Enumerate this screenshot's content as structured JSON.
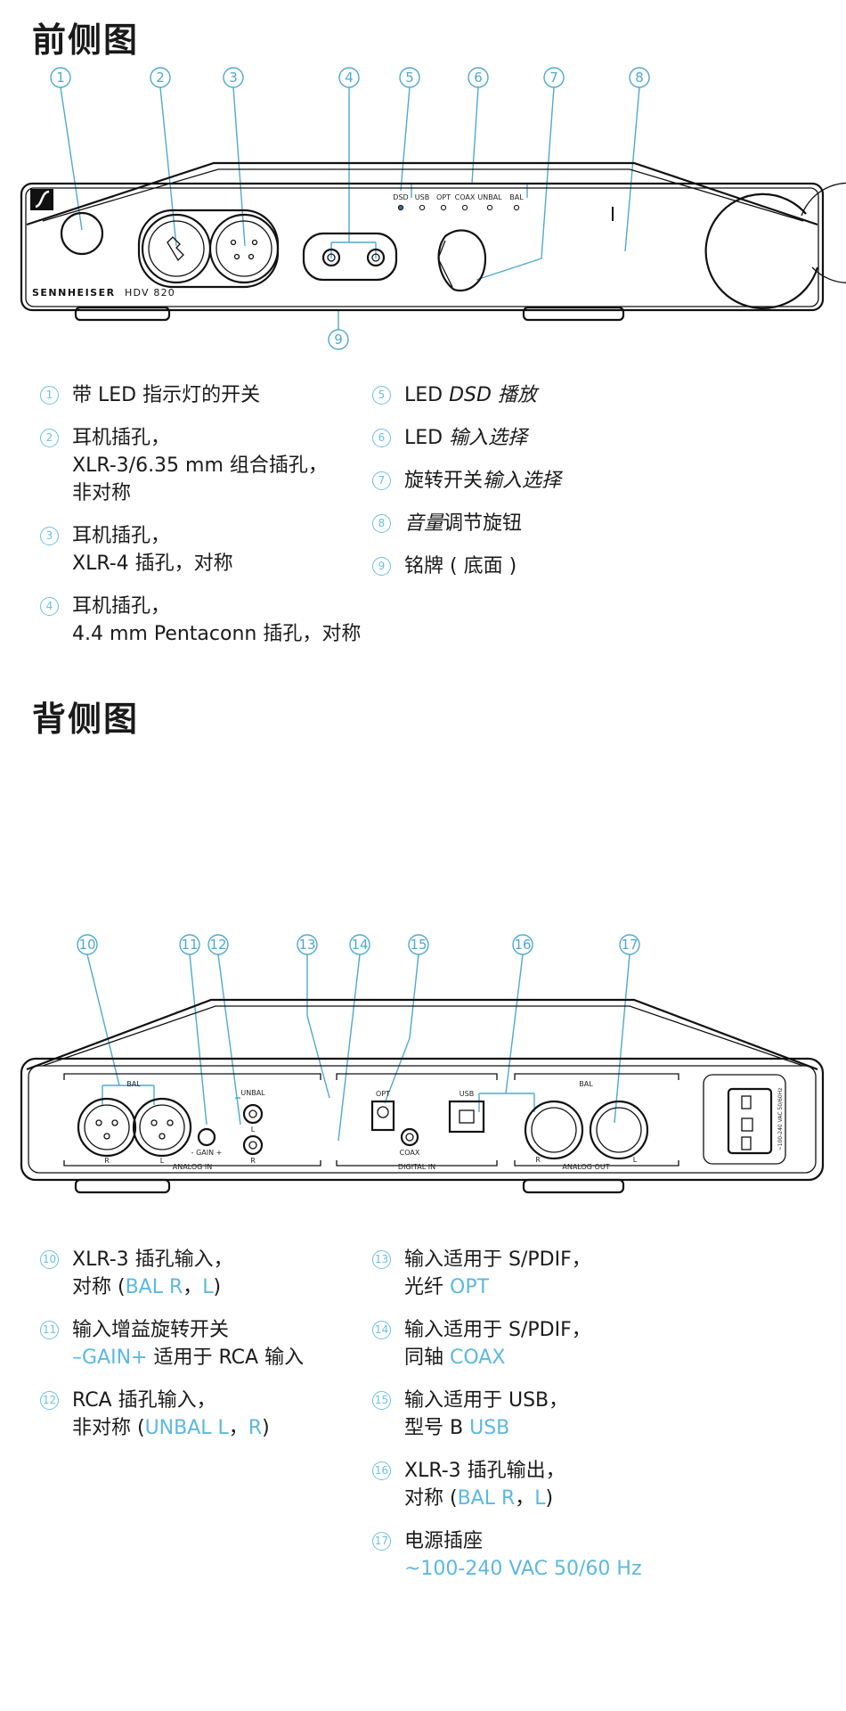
{
  "front": {
    "title": "前侧图",
    "brand": "SENNHEISER",
    "model": "HDV 820",
    "led_labels": [
      "DSD",
      "USB",
      "OPT",
      "COAX",
      "UNBAL",
      "BAL"
    ],
    "callouts": [
      "1",
      "2",
      "3",
      "4",
      "5",
      "6",
      "7",
      "8",
      "9"
    ],
    "legend_left": [
      {
        "num": "1",
        "lines": [
          [
            {
              "t": "带 LED 指示灯的开关"
            }
          ]
        ]
      },
      {
        "num": "2",
        "lines": [
          [
            {
              "t": "耳机插孔，"
            }
          ],
          [
            {
              "t": "XLR-3/6.35 mm 组合插孔，"
            }
          ],
          [
            {
              "t": "非对称"
            }
          ]
        ]
      },
      {
        "num": "3",
        "lines": [
          [
            {
              "t": "耳机插孔，"
            }
          ],
          [
            {
              "t": "XLR-4 插孔，对称"
            }
          ]
        ]
      },
      {
        "num": "4",
        "lines": [
          [
            {
              "t": "耳机插孔，"
            }
          ],
          [
            {
              "t": "4.4 mm Pentaconn 插孔，对称"
            }
          ]
        ]
      }
    ],
    "legend_right": [
      {
        "num": "5",
        "lines": [
          [
            {
              "t": "LED "
            },
            {
              "t": "DSD 播放",
              "s": "it"
            }
          ]
        ]
      },
      {
        "num": "6",
        "lines": [
          [
            {
              "t": "LED "
            },
            {
              "t": "输入选择",
              "s": "it"
            }
          ]
        ]
      },
      {
        "num": "7",
        "lines": [
          [
            {
              "t": "旋转开关"
            },
            {
              "t": "输入选择",
              "s": "it"
            }
          ]
        ]
      },
      {
        "num": "8",
        "lines": [
          [
            {
              "t": "音量",
              "s": "it"
            },
            {
              "t": "调节旋钮"
            }
          ]
        ]
      },
      {
        "num": "9",
        "lines": [
          [
            {
              "t": "铭牌 ( 底面 )"
            }
          ]
        ]
      }
    ]
  },
  "back": {
    "title": "背侧图",
    "panel_labels": {
      "bal_in": "BAL",
      "unbal": "UNBAL",
      "opt": "OPT",
      "usb": "USB",
      "bal_out": "BAL",
      "coax": "COAX",
      "analog_in": "ANALOG IN",
      "digital_in": "DIGITAL IN",
      "analog_out": "ANALOG OUT",
      "gain": "- GAIN +",
      "r": "R",
      "l": "L",
      "power": "~100-240 VAC 50/60Hz"
    },
    "callouts": [
      "10",
      "11",
      "12",
      "13",
      "14",
      "15",
      "16",
      "17"
    ],
    "legend_left": [
      {
        "num": "10",
        "lines": [
          [
            {
              "t": "XLR-3 插孔输入，"
            }
          ],
          [
            {
              "t": "对称 ("
            },
            {
              "t": "BAL R",
              "s": "ac"
            },
            {
              "t": "，"
            },
            {
              "t": "L",
              "s": "ac"
            },
            {
              "t": ")"
            }
          ]
        ]
      },
      {
        "num": "11",
        "lines": [
          [
            {
              "t": "输入增益旋转开关"
            }
          ],
          [
            {
              "t": "–GAIN+",
              "s": "ac"
            },
            {
              "t": " 适用于 RCA 输入"
            }
          ]
        ]
      },
      {
        "num": "12",
        "lines": [
          [
            {
              "t": "RCA 插孔输入，"
            }
          ],
          [
            {
              "t": "非对称 ("
            },
            {
              "t": "UNBAL L",
              "s": "ac"
            },
            {
              "t": "，"
            },
            {
              "t": "R",
              "s": "ac"
            },
            {
              "t": ")"
            }
          ]
        ]
      }
    ],
    "legend_right": [
      {
        "num": "13",
        "lines": [
          [
            {
              "t": "输入适用于 S/PDIF，"
            }
          ],
          [
            {
              "t": "光纤 "
            },
            {
              "t": "OPT",
              "s": "ac"
            }
          ]
        ]
      },
      {
        "num": "14",
        "lines": [
          [
            {
              "t": "输入适用于 S/PDIF，"
            }
          ],
          [
            {
              "t": "同轴 "
            },
            {
              "t": "COAX",
              "s": "ac"
            }
          ]
        ]
      },
      {
        "num": "15",
        "lines": [
          [
            {
              "t": "输入适用于 USB，"
            }
          ],
          [
            {
              "t": "型号 B "
            },
            {
              "t": "USB",
              "s": "ac"
            }
          ]
        ]
      },
      {
        "num": "16",
        "lines": [
          [
            {
              "t": "XLR-3 插孔输出，"
            }
          ],
          [
            {
              "t": "对称 ("
            },
            {
              "t": "BAL R",
              "s": "ac"
            },
            {
              "t": "，"
            },
            {
              "t": "L",
              "s": "ac"
            },
            {
              "t": ")"
            }
          ]
        ]
      },
      {
        "num": "17",
        "lines": [
          [
            {
              "t": "电源插座"
            }
          ],
          [
            {
              "t": "~100-240 VAC 50/60 Hz",
              "s": "ac"
            }
          ]
        ]
      }
    ]
  },
  "colors": {
    "accent": "#5cb8e0",
    "callout": "#4fa9cf",
    "text": "#1a1a1a"
  }
}
